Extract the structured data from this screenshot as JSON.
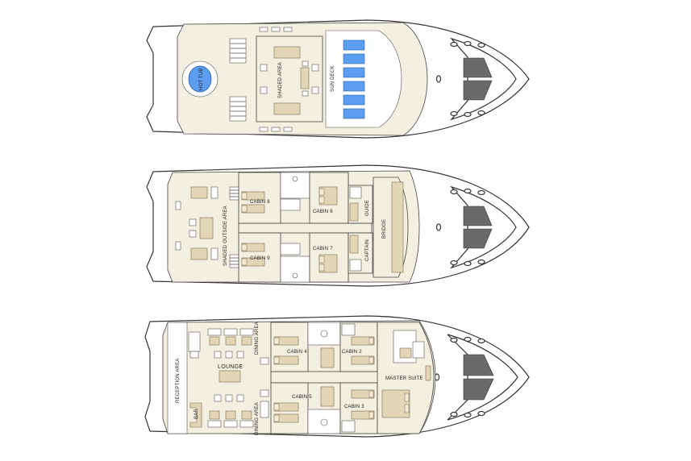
{
  "decks": {
    "upper": {
      "labels": {
        "hot_tub": "HOT TUB",
        "shaded_area": "SHADED AREA",
        "sun_deck": "SUN DECK"
      }
    },
    "middle": {
      "labels": {
        "shaded_outside_area": "SHADED OUTSIDE AREA",
        "cabin_8": "CABIN 8",
        "cabin_9": "CABIN 9",
        "cabin_6": "CABIN 6",
        "cabin_7": "CABIN 7",
        "guide": "GUIDE",
        "captain": "CAPTAIN",
        "bridge": "BRIDGE"
      }
    },
    "main": {
      "labels": {
        "reception_area": "RECEPTION AREA",
        "lounge": "LOUNGE",
        "bar": "BAR",
        "dining_area_top": "DINING AREA",
        "dining_area_bottom": "DINING AREA",
        "cabin_4": "CABIN 4",
        "cabin_5": "CABIN 5",
        "cabin_2": "CABIN 2",
        "cabin_3": "CABIN 3",
        "master_suite": "MASTER SUITE"
      }
    }
  },
  "colors": {
    "deck_fill": "#f3efe1",
    "furniture_tan": "#e3d6b6",
    "hot_tub_blue": "#5b9df0",
    "engine_gray": "#6a6a6a"
  }
}
